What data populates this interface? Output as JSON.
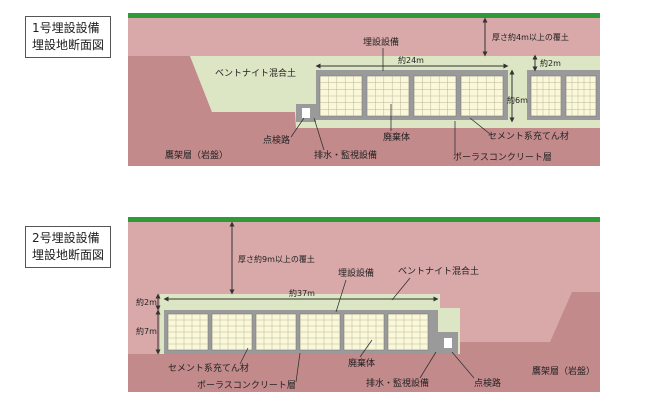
{
  "colors": {
    "ground": "#d8a9a8",
    "bedrock": "#c38a8c",
    "bentonite": "#dde6c4",
    "concrete": "#9a9a9a",
    "waste_cell": "#fbf8da",
    "grass": "#2f9a3a"
  },
  "diagram1": {
    "title_line1": "1号埋設設備",
    "title_line2": "埋設地断面図",
    "cover_label": "厚さ約4m以上の覆土",
    "facility_label": "埋設設備",
    "bentonite_label": "ベントナイト混合土",
    "width_label": "約24m",
    "height_label": "約6m",
    "top_label": "約2m",
    "inspection_label": "点検路",
    "waste_label": "廃棄体",
    "cement_label": "セメント系充てん材",
    "drain_label": "排水・監視設備",
    "porous_label": "ポーラスコンクリート層",
    "bedrock_label": "鷹架層（岩盤）"
  },
  "diagram2": {
    "title_line1": "2号埋設設備",
    "title_line2": "埋設地断面図",
    "cover_label": "厚さ約9m以上の覆土",
    "facility_label": "埋設設備",
    "bentonite_label": "ベントナイト混合土",
    "width_label": "約37m",
    "top_label": "約2m",
    "height_label": "約7m",
    "cement_label": "セメント系充てん材",
    "porous_label": "ポーラスコンクリート層",
    "waste_label": "廃棄体",
    "drain_label": "排水・監視設備",
    "inspection_label": "点検路",
    "bedrock_label": "鷹架層（岩盤）"
  }
}
